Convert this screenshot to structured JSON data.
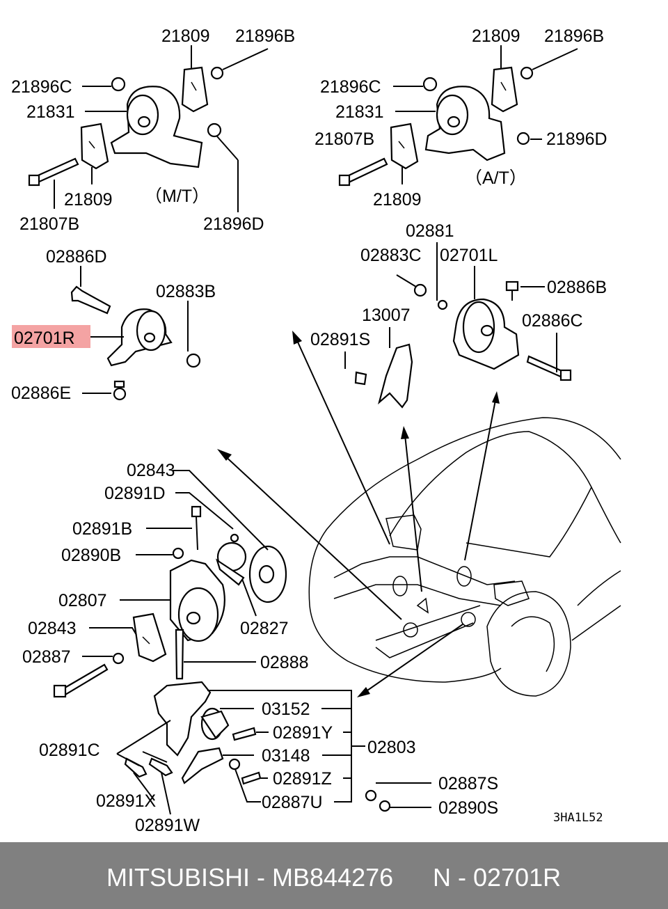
{
  "labels": {
    "l21809a": "21809",
    "l21896Ba": "21896B",
    "l21896Ca": "21896C",
    "l21831a": "21831",
    "l21809b": "21809",
    "l21807Ba": "21807B",
    "mt": "（M/T）",
    "l21896Da": "21896D",
    "l21809c": "21809",
    "l21896Bb": "21896B",
    "l21896Cb": "21896C",
    "l21831b": "21831",
    "l21807Bb": "21807B",
    "l21896Db": "21896D",
    "at": "（A/T）",
    "l21809d": "21809",
    "l02886D": "02886D",
    "l02883B": "02883B",
    "l02701R": "02701R",
    "l02886E": "02886E",
    "l02881": "02881",
    "l02883C": "02883C",
    "l02701L": "02701L",
    "l02886B": "02886B",
    "l13007": "13007",
    "l02891S": "02891S",
    "l02886C": "02886C",
    "l02843a": "02843",
    "l02891D": "02891D",
    "l02891B": "02891B",
    "l02890B": "02890B",
    "l02807": "02807",
    "l02827": "02827",
    "l02843b": "02843",
    "l02887": "02887",
    "l02888": "02888",
    "l03152": "03152",
    "l02891Y": "02891Y",
    "l02803": "02803",
    "l02891C": "02891C",
    "l03148": "03148",
    "l02891Z": "02891Z",
    "l02887U": "02887U",
    "l02891X": "02891X",
    "l02891W": "02891W",
    "l02887S": "02887S",
    "l02890S": "02890S",
    "code": "3HA1L52"
  },
  "highlight_color": "#f4a3a3",
  "footer": {
    "brand": "MITSUBISHI - MB844276",
    "part": "N - 02701R"
  }
}
